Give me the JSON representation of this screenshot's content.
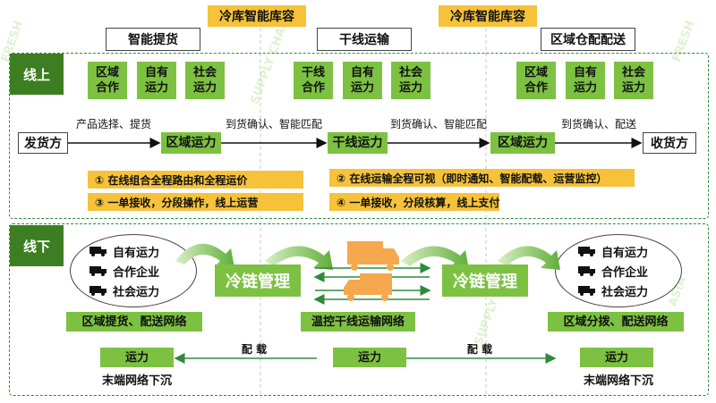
{
  "headers": {
    "warehouse_left": "冷库智能库容",
    "warehouse_right": "冷库智能库容",
    "phase_1": "智能提货",
    "phase_2": "干线运输",
    "phase_3": "区域仓配配送"
  },
  "online": {
    "title": "线上",
    "groups": [
      [
        "区域\n合作",
        "自有\n运力",
        "社会\n运力"
      ],
      [
        "干线\n合作",
        "自有\n运力",
        "社会\n运力"
      ],
      [
        "区域\n合作",
        "自有\n运力",
        "社会\n运力"
      ]
    ],
    "flow": {
      "start": "发货方",
      "end": "收货方",
      "nodes": [
        "区域运力",
        "干线运力",
        "区域运力"
      ],
      "labels": [
        "产品选择、提货",
        "到货确认、智能匹配",
        "到货确认、智能匹配",
        "到货确认、配送"
      ]
    },
    "notes_left": [
      "① 在线组合全程路由和全程运价",
      "③ 一单接收，分段操作，线上运营"
    ],
    "notes_right": [
      "② 在线运输全程可视（即时通知、智能配载、运营监控）",
      "④ 一单接收，分段核算，线上支付"
    ]
  },
  "offline": {
    "title": "线下",
    "left_list": [
      "自有运力",
      "合作企业",
      "社会运力"
    ],
    "right_list": [
      "自有运力",
      "合作企业",
      "社会运力"
    ],
    "cold_left": "冷链管理",
    "cold_right": "冷链管理",
    "label_left": "区域提货、配送网络",
    "label_mid": "温控干线运输网络",
    "label_right": "区域分拨、配送网络",
    "bottom": {
      "left_capacity": "运力",
      "mid_capacity": "运力",
      "right_capacity": "运力",
      "left_caption": "末端网络下沉",
      "right_caption": "末端网络下沉",
      "load_left": "配 载",
      "load_right": "配 载"
    }
  },
  "watermark": {
    "top": "FRESH",
    "line2": "SUPPLY CHAIN",
    "line3": "ASIA"
  },
  "colors": {
    "green": "#7dc142",
    "dark_green": "#3e7e22",
    "yellow": "#f6c23a",
    "truck_orange": "#f5a84e"
  }
}
